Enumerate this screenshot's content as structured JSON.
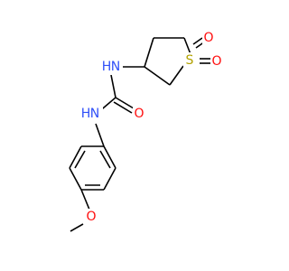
{
  "atoms": [
    {
      "id": "N1",
      "symbol": "N",
      "hydrogens": "H",
      "h_side": "left",
      "color": "#3050F8"
    },
    {
      "id": "N2",
      "symbol": "N",
      "hydrogens": "H",
      "h_side": "left",
      "color": "#3050F8"
    },
    {
      "id": "O_urea",
      "symbol": "O",
      "color": "#FF0D0D"
    },
    {
      "id": "S",
      "symbol": "S",
      "color": "#B2A200"
    },
    {
      "id": "O_s1",
      "symbol": "O",
      "color": "#FF0D0D"
    },
    {
      "id": "O_s2",
      "symbol": "O",
      "color": "#FF0D0D"
    },
    {
      "id": "O_ether",
      "symbol": "O",
      "color": "#FF0D0D"
    }
  ],
  "colors": {
    "bond": "#000000",
    "carbon": "#000000",
    "nitrogen": "#3050F8",
    "oxygen": "#FF0D0D",
    "sulfur": "#B2A200",
    "background": "#FFFFFF"
  }
}
